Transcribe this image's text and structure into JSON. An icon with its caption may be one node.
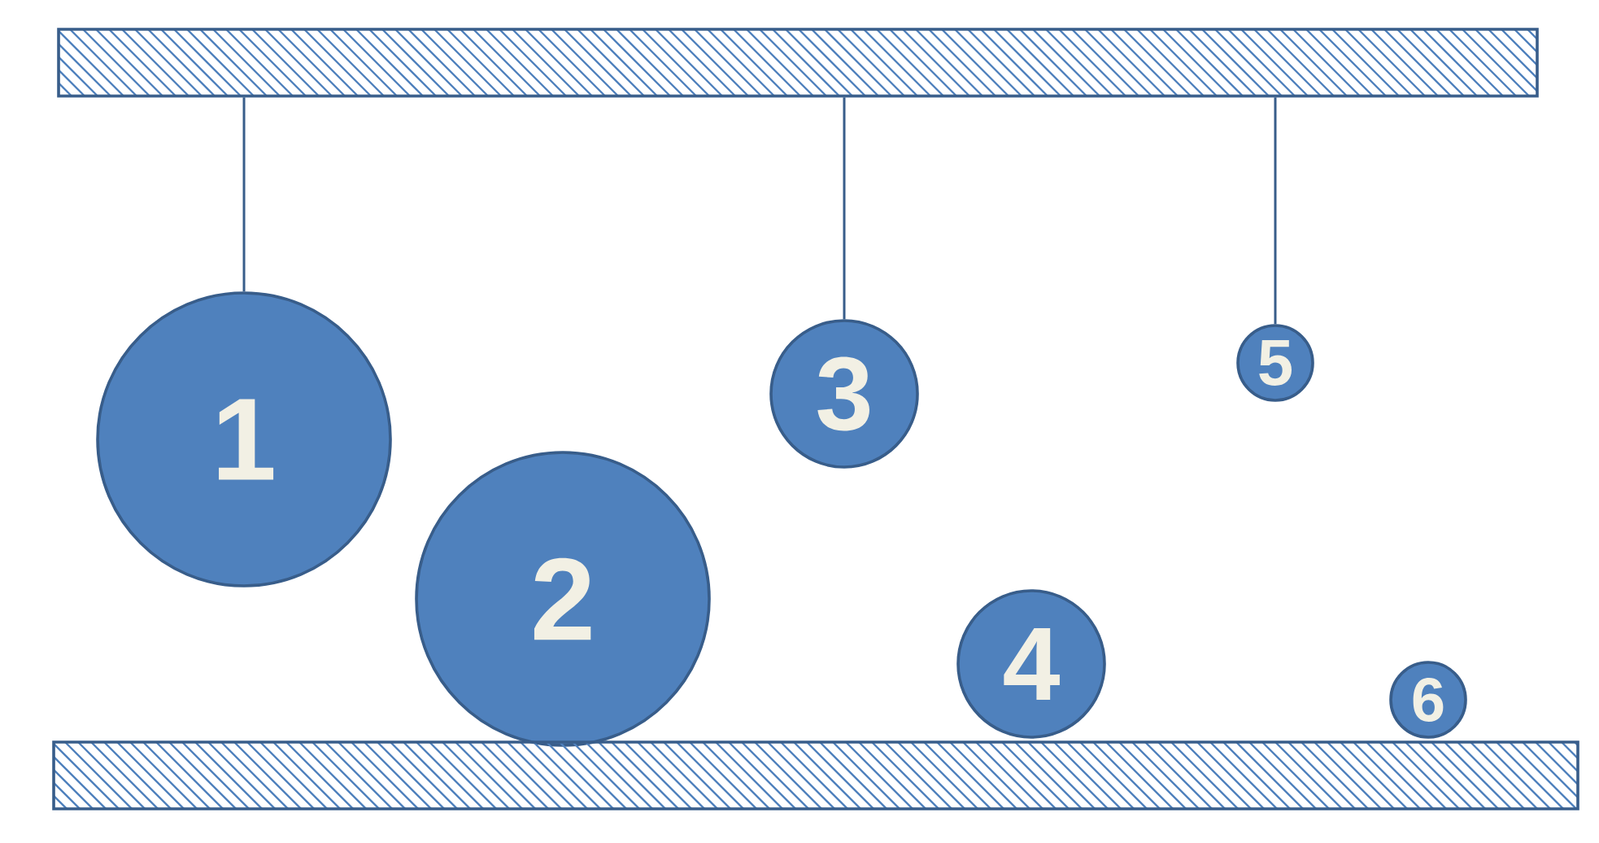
{
  "diagram": {
    "nodes": [
      {
        "text": [],
        "shape": "bar"
      },
      {
        "text": [
          "1"
        ]
      },
      {
        "text": [
          "2"
        ]
      },
      {
        "text": [
          "3"
        ]
      },
      {
        "text": [
          "4"
        ]
      },
      {
        "text": [
          "5"
        ]
      },
      {
        "text": [
          "6"
        ]
      },
      {
        "text": [],
        "shape": "bar"
      }
    ],
    "edges": [
      {
        "from": 0,
        "to": 1,
        "arrow": "none"
      },
      {
        "from": 0,
        "to": 3,
        "arrow": "none"
      },
      {
        "from": 0,
        "to": 5,
        "arrow": "none"
      }
    ]
  }
}
